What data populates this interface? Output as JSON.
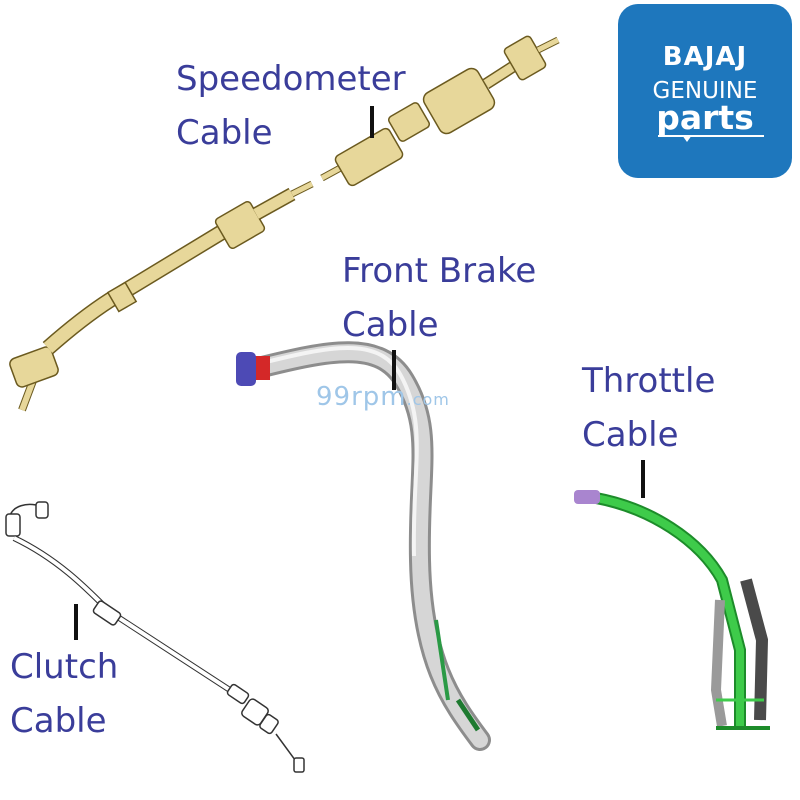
{
  "labels": {
    "speedometer": {
      "line1": "Speedometer",
      "line2": "Cable"
    },
    "front_brake": {
      "line1": "Front Brake",
      "line2": "Cable"
    },
    "throttle": {
      "line1": "Throttle",
      "line2": "Cable"
    },
    "clutch": {
      "line1": "Clutch",
      "line2": "Cable"
    }
  },
  "logo": {
    "brand": "BAJAJ",
    "line2": "GENUINE",
    "line3": "parts"
  },
  "watermark": {
    "main": "99rpm",
    "suffix": ".com"
  },
  "colors": {
    "label_text": "#3a3d9a",
    "logo_bg": "#1e77bd",
    "speedometer_cable": "#e7d79a",
    "brake_cable": "#c9c9c9",
    "throttle_cable": "#3ecb4a",
    "clutch_cable": "#ffffff"
  }
}
